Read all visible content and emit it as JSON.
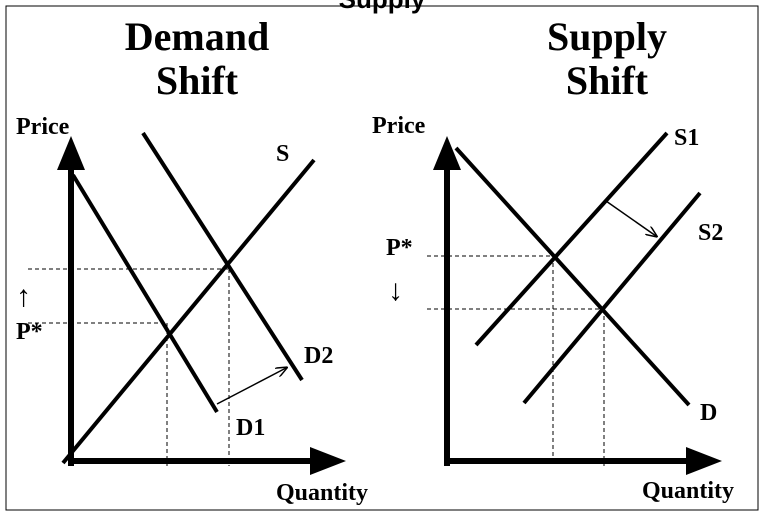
{
  "top_banner": "Supply",
  "demand_panel": {
    "title_line1": "Demand",
    "title_line2": "Shift",
    "y_axis_label": "Price",
    "x_axis_label": "Quantity",
    "supply_label": "S",
    "demand_old_label": "D1",
    "demand_new_label": "D2",
    "price_label": "P*",
    "price_change_symbol": "↑"
  },
  "supply_panel": {
    "title_line1": "Supply",
    "title_line2": "Shift",
    "y_axis_label": "Price",
    "x_axis_label": "Quantity",
    "supply_old_label": "S1",
    "supply_new_label": "S2",
    "demand_label": "D",
    "price_label": "P*",
    "price_change_symbol": "↓"
  },
  "colors": {
    "ink": "#000000",
    "background": "#ffffff"
  }
}
